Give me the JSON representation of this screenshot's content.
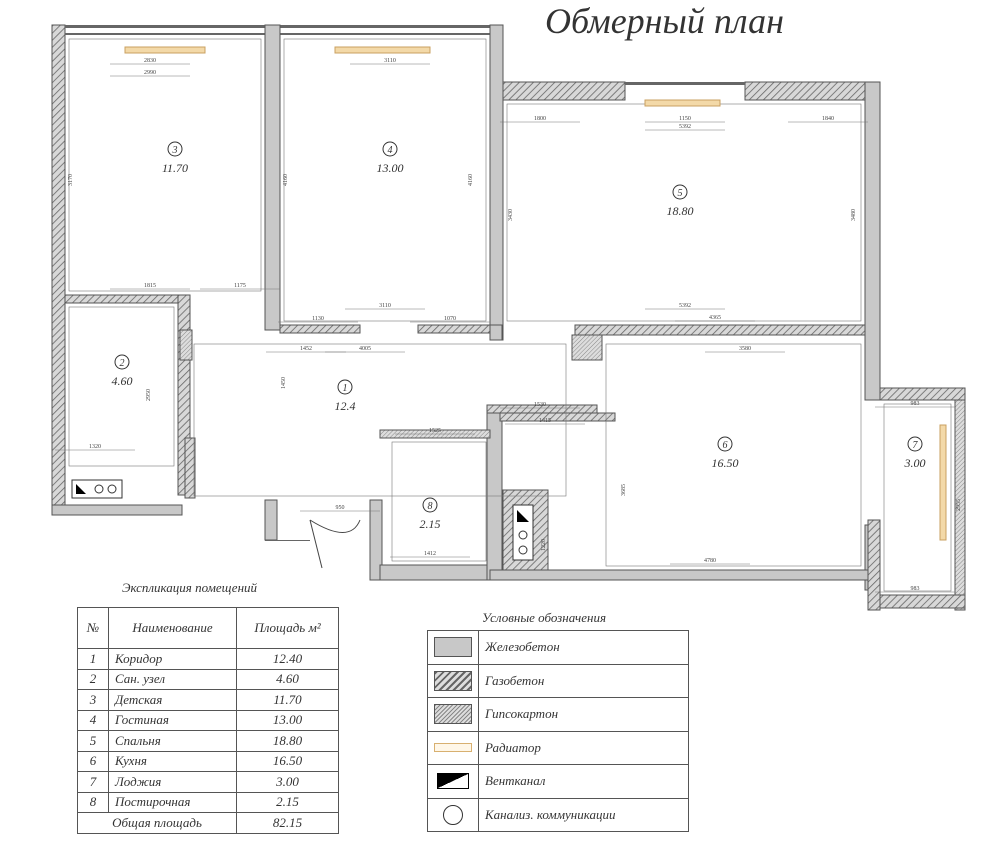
{
  "title": "Обмерный план",
  "rooms": [
    {
      "num": "1",
      "area": "12.4"
    },
    {
      "num": "2",
      "area": "4.60"
    },
    {
      "num": "3",
      "area": "11.70"
    },
    {
      "num": "4",
      "area": "13.00"
    },
    {
      "num": "5",
      "area": "18.80"
    },
    {
      "num": "6",
      "area": "16.50"
    },
    {
      "num": "7",
      "area": "3.00"
    },
    {
      "num": "8",
      "area": "2.15"
    }
  ],
  "dimensions": [
    "2830",
    "2990",
    "3170",
    "3110",
    "4160",
    "4160",
    "1800",
    "1150",
    "1840",
    "5392",
    "3430",
    "3480",
    "1815",
    "1175",
    "3110",
    "5392",
    "4365",
    "1130",
    "1070",
    "4005",
    "3580",
    "1452",
    "1450",
    "1320",
    "2950",
    "1530",
    "1415",
    "1525",
    "1412",
    "950",
    "4780",
    "3685",
    "983",
    "2955",
    "983",
    "1220"
  ],
  "explication": {
    "caption": "Экспликация помещений",
    "headers": [
      "№",
      "Наименование",
      "Площадь м²"
    ],
    "rows": [
      [
        "1",
        "Коридор",
        "12.40"
      ],
      [
        "2",
        "Сан. узел",
        "4.60"
      ],
      [
        "3",
        "Детская",
        "11.70"
      ],
      [
        "4",
        "Гостиная",
        "13.00"
      ],
      [
        "5",
        "Спальня",
        "18.80"
      ],
      [
        "6",
        "Кухня",
        "16.50"
      ],
      [
        "7",
        "Лоджия",
        "3.00"
      ],
      [
        "8",
        "Постирочная",
        "2.15"
      ]
    ],
    "total_label": "Общая площадь",
    "total_value": "82.15"
  },
  "legend": {
    "caption": "Условные обозначения",
    "items": [
      {
        "icon": "reinforced-concrete-swatch",
        "label": "Железобетон"
      },
      {
        "icon": "aerated-concrete-swatch",
        "label": "Газобетон"
      },
      {
        "icon": "drywall-swatch",
        "label": "Гипсокартон"
      },
      {
        "icon": "radiator-icon",
        "label": "Радиатор"
      },
      {
        "icon": "vent-duct-icon",
        "label": "Вентканал"
      },
      {
        "icon": "sewer-icon",
        "label": "Канализ. коммуникации"
      }
    ]
  },
  "colors": {
    "concrete": "#c8c8c8",
    "hatch": "#777777",
    "radiator": "#f3d9a8",
    "line": "#444444"
  }
}
